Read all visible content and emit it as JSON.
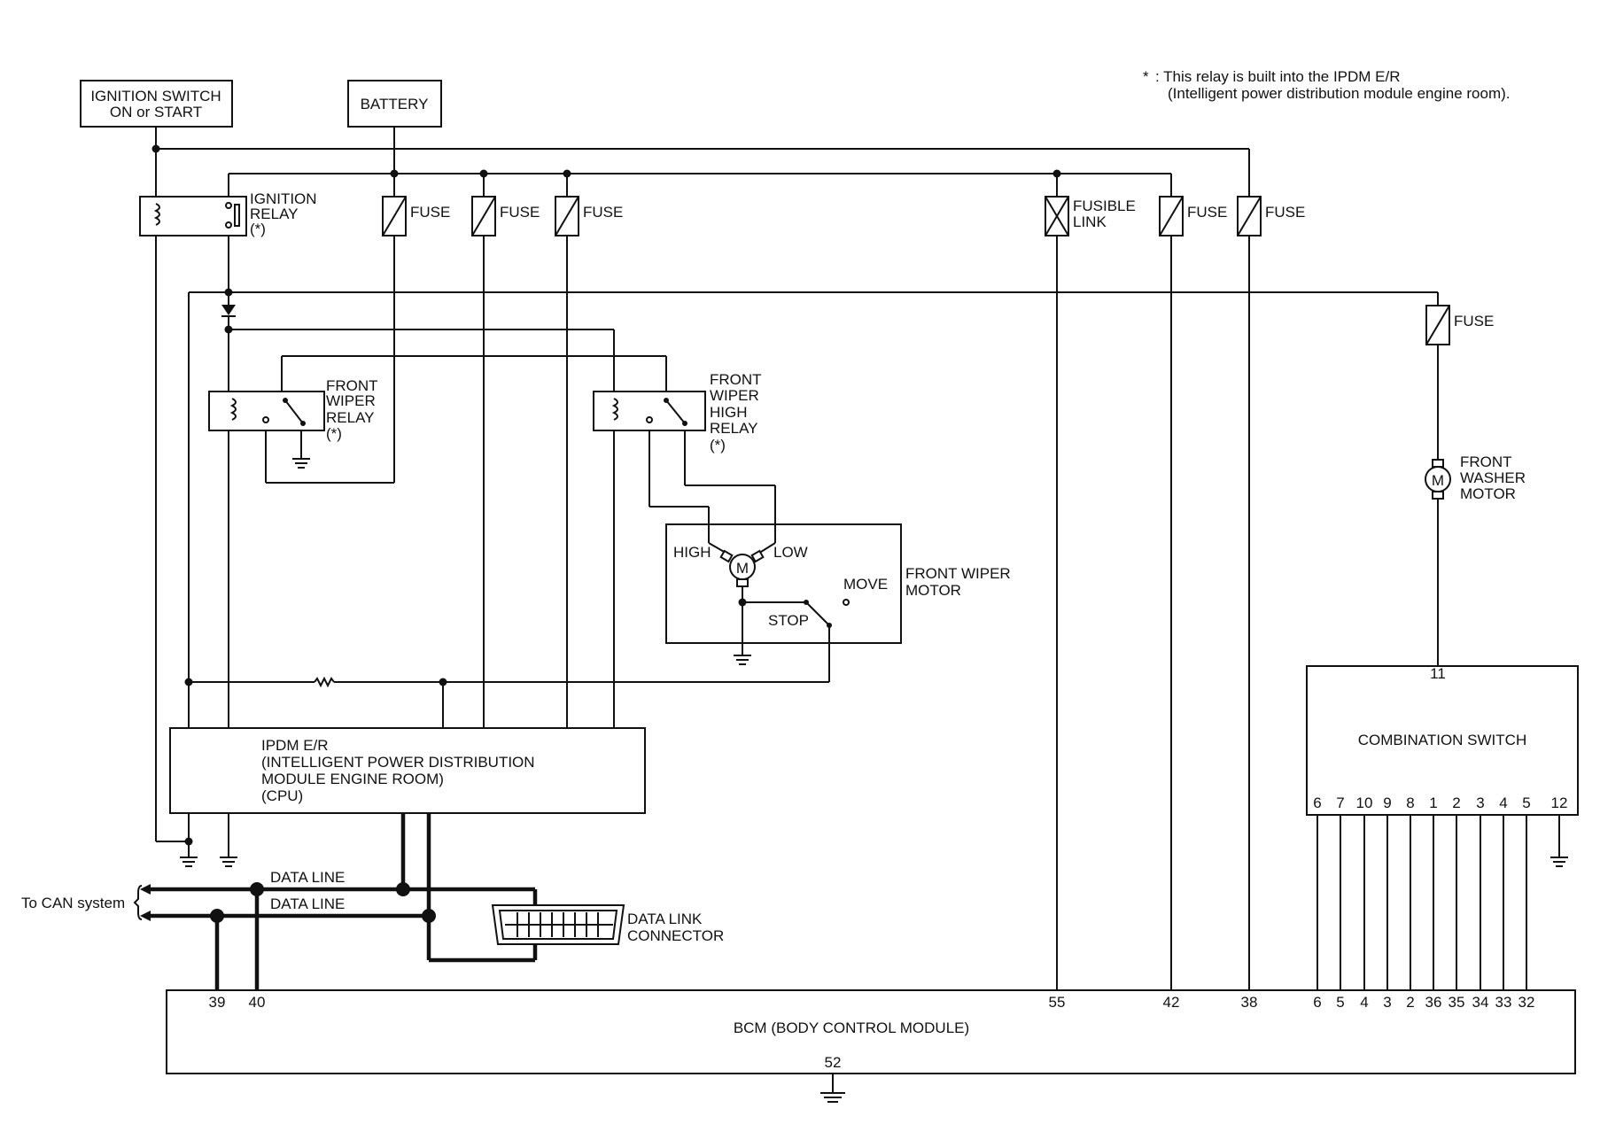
{
  "note": {
    "marker": "*",
    "line1": ": This relay is built into the IPDM E/R",
    "line2": "(Intelligent power distribution module engine room)."
  },
  "ignition_switch": {
    "line1": "IGNITION SWITCH",
    "line2": "ON or START"
  },
  "battery": "BATTERY",
  "ignition_relay": {
    "line1": "IGNITION",
    "line2": "RELAY",
    "line3": "(*)"
  },
  "fuse_label": "FUSE",
  "fusible_link": {
    "line1": "FUSIBLE",
    "line2": "LINK"
  },
  "front_wiper_relay": {
    "line1": "FRONT",
    "line2": "WIPER",
    "line3": "RELAY",
    "line4": "(*)"
  },
  "front_wiper_high_relay": {
    "line1": "FRONT",
    "line2": "WIPER",
    "line3": "HIGH",
    "line4": "RELAY",
    "line5": "(*)"
  },
  "front_wiper_motor": {
    "line1": "FRONT WIPER",
    "line2": "MOTOR",
    "high": "HIGH",
    "low": "LOW",
    "move": "MOVE",
    "stop": "STOP",
    "motor_symbol": "M"
  },
  "front_washer_motor": {
    "line1": "FRONT",
    "line2": "WASHER",
    "line3": "MOTOR",
    "motor_symbol": "M"
  },
  "ipdm": {
    "line1": "IPDM E/R",
    "line2": "(INTELLIGENT POWER DISTRIBUTION",
    "line3": " MODULE ENGINE ROOM)",
    "line4": "(CPU)"
  },
  "combination_switch": {
    "title": "COMBINATION SWITCH",
    "top_pin": "11",
    "pins": [
      "6",
      "7",
      "10",
      "9",
      "8",
      "1",
      "2",
      "3",
      "4",
      "5",
      "12"
    ]
  },
  "can": {
    "to_can": "To CAN system",
    "data_line_1": "DATA LINE",
    "data_line_2": "DATA LINE"
  },
  "data_link_connector": {
    "line1": "DATA LINK",
    "line2": "CONNECTOR"
  },
  "bcm": {
    "title": "BCM (BODY CONTROL MODULE)",
    "ground_pin": "52",
    "pins": [
      "39",
      "40",
      "55",
      "42",
      "38",
      "6",
      "5",
      "4",
      "3",
      "2",
      "36",
      "35",
      "34",
      "33",
      "32"
    ]
  },
  "colors": {
    "line": "#111111",
    "background": "#ffffff"
  }
}
